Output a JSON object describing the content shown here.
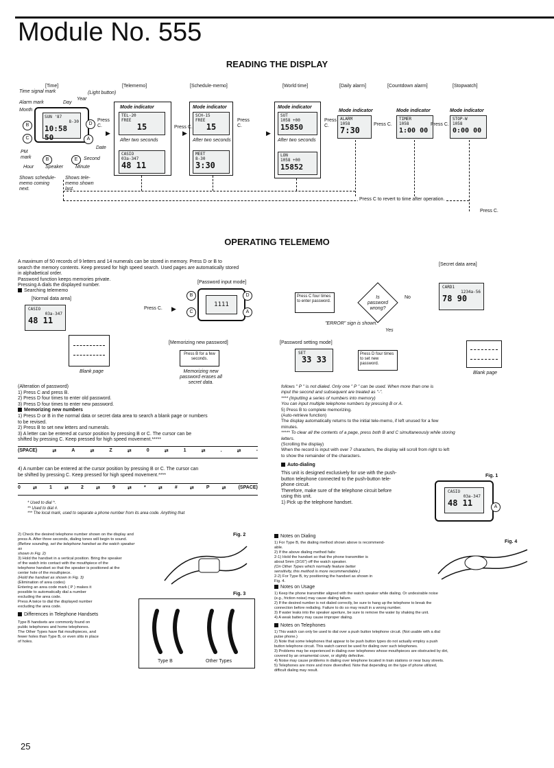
{
  "header": {
    "title": "Module No. 555",
    "page_number": "25"
  },
  "reading_display": {
    "heading": "READING THE DISPLAY",
    "mode_labels": [
      "[Time]",
      "[Telememo]",
      "[Schedule-memo]",
      "[World time]",
      "[Daily alarm]",
      "[Countdown alarm]",
      "[Stopwatch]"
    ],
    "parts": {
      "time_signal_mark": "Time signal mark",
      "light_button": "(Light button)",
      "alarm_mark": "Alarm mark",
      "day": "Day",
      "year": "Year",
      "month": "Month",
      "date": "Date",
      "pm_mark": "PM mark",
      "second": "Second",
      "hour": "Hour",
      "speaker": "Speaker",
      "minute": "Minute",
      "shows_schedule": "Shows schedule-memo coming next.",
      "shows_telememo": "Shows tele-memo shown last."
    },
    "time_lcd": {
      "top": "SUN '87",
      "mid": "8-30",
      "big": "10:58 50"
    },
    "mode_indicator": "Mode indicator",
    "after_two_seconds": "After two seconds",
    "press_c": "Press C.",
    "telememo_lcd": {
      "a1": "TEL-20",
      "a2": "FREE",
      "a3": "15",
      "b1": "CASIO",
      "b2": "03a-347",
      "b3": "48 11"
    },
    "schedule_lcd": {
      "a1": "SCH-15",
      "a2": "FREE",
      "a3": "15",
      "b1": "MEET",
      "b2": "8-30",
      "b3": "3:30"
    },
    "world_lcd": {
      "a1": "SUT",
      "a2": "1058 +00",
      "a3": "15850",
      "b1": "LON",
      "b2": "1058 +00",
      "b3": "15852"
    },
    "alarm_lcd": {
      "a1": "ALARM",
      "a2": "1058",
      "a3": "7:30"
    },
    "timer_lcd": {
      "a1": "TIMER",
      "a2": "1058",
      "a3": "1:00 00"
    },
    "stopwatch_lcd": {
      "a1": "STOP-W",
      "a2": "1058",
      "a3": "0:00 00"
    },
    "revert_note": "Press C to revert to time after operation.",
    "press_c_bottom": "Press C."
  },
  "operating": {
    "heading": "OPERATING TELEMEMO",
    "intro": [
      "A maximum of 50 records of 9 letters and 14 numerals can be stored in memory. Press D or B to",
      "search the memory contents. Keep pressed for high speed search. Used pages are automatically stored",
      "in alphabetical order.",
      "Password function keeps memories private.",
      "Pressing A dials the displayed number."
    ],
    "searching": "Searching telememo",
    "normal_area": "[Normal data area]",
    "secret_area": "[Secret data area]",
    "password_input": "[Password input mode]",
    "memorizing_pw": "[Memorizing new password]",
    "password_setting": "[Password setting mode]",
    "press_c": "Press C.",
    "press_c_four": "Press C four times to enter password.",
    "is_pw_wrong": "Is password wrong?",
    "no": "No",
    "yes": "Yes",
    "error_note": "\"ERROR\" sign is shown.",
    "press_b_few": "Press B for a few seconds.",
    "memorizing_note": "Memorizing new password erases all secret data.",
    "press_d_four": "Press D four times to set new password.",
    "set_lcd": {
      "a": "SET",
      "b": "33 33"
    },
    "blank_page": "Blank page",
    "normal_lcd": {
      "a": "CASIO",
      "b": "03a-347",
      "c": "48 11"
    },
    "secret_lcd": {
      "a": "CARD1",
      "b": "1234a-56",
      "c": "78 90"
    },
    "pw_lcd": "1111",
    "left_col": [
      "(Alteration of password)",
      "1) Press C and press B.",
      "2) Press D four times to enter old password.",
      "3) Press D four times to enter new password.",
      "Memorizing new numbers",
      "1) Press D or B in the normal data or secret data area to search a blank page or numbers",
      "   to be revised.",
      "2) Press B to set new letters and numerals.",
      "3) A letter can be entered at cursor position by pressing B or C. The cursor can be",
      "   shifted by pressing C. Keep pressed for high speed movement.*****"
    ],
    "strip1": [
      "(SPACE)",
      "A",
      "Z",
      "0",
      "1",
      ".",
      "-"
    ],
    "left_col2": [
      "4) A number can be entered at the cursor position by pressing B or C. The cursor can",
      "   be shifted by pressing C. Keep pressed for high speed movement.****"
    ],
    "strip2": [
      "0",
      "1",
      "2",
      "9",
      "*",
      "#",
      "P",
      "(SPACE)"
    ],
    "footnotes": [
      "* Used to dial *.",
      "** Used to dial #.",
      "*** The local mark, used to separate a phone number from its area code. Anything that"
    ],
    "right_col": [
      "follows \" P \" is not dialed. Only one \" P \" can be used. When more than one is",
      "input the second and subsequent are treated as \"-\".",
      "**** (Inputting a series of numbers into memory)",
      "You can input multiple telephone numbers by pressing B or A.",
      "5) Press B to complete memorizing.",
      "(Auto-retrieve function)",
      "The display automatically returns to the initial tele-memo, if left unused for a few",
      "minutes.",
      "***** To clear all the contents of a page, press both B and C simultaneously while storing",
      "letters.",
      "(Scrolling the display)",
      "When the record is input with over 7 characters, the display will scroll from right to left",
      "to show the remainder of the characters."
    ],
    "auto_dialing": "Auto-dialing",
    "auto_text": [
      "This unit is designed exclusively for use with the push-",
      "button telephone connected to the push-button tele-",
      "phone circuit.",
      "Therefore, make sure of the telephone circuit before",
      "using this unit.",
      "1) Pick up the telephone handset."
    ],
    "fig1": "Fig. 1"
  },
  "bottom": {
    "left": [
      "2) Check the desired telephone number shown on the display and",
      "   press A. After three seconds, dialing tones will begin to sound.",
      "   (Before sounding, set the telephone handset as the watch speaker as",
      "   shown in Fig. 2)",
      "3) Hold the handset in a vertical position. Bring the speaker",
      "   of the watch into contact with the mouthpiece of the",
      "   telephone handset so that the speaker is positioned at the",
      "   center hole of the mouthpiece.",
      "   (Hold the handset as shown in Fig. 3)",
      "(Elimination of area codes)",
      "Entering an area code mark ( P ) makes it",
      "possible to automatically dial a number",
      "excluding the area code.",
      "Press A twice to dial the displayed number",
      "excluding the area code."
    ],
    "differences": "Differences in Telephone Handsets",
    "diff_text": [
      "Type B handsets are commonly found on",
      "public telephones and home telephones.",
      "The Other Types have flat mouthpieces, and",
      "fewer holes than Type B, or even slits in place",
      "of holes."
    ],
    "fig2": "Fig. 2",
    "fig3": "Fig. 3",
    "type_b": "Type B",
    "other_types": "Other Types",
    "notes_dialing": "Notes on Dialing",
    "dialing_text": [
      "1) For Type B, the dialing method shown above is recommend-",
      "   able.",
      "2) If the above dialing method fails:",
      "   2-1) Hold the handset so that the phone transmitter is",
      "        about 5mm (3/16\") off the watch speaker.",
      "        (On Other Types which normally feature better",
      "        sensitivity, this method is more recommendable.)",
      "   2-2) For Type B, try positioning the handset as shown in",
      "        Fig. 4."
    ],
    "fig4": "Fig. 4",
    "notes_usage": "Notes on Usage",
    "usage_text": [
      "1) Keep the phone transmitter aligned with the watch speaker while dialing. Or undesirable noise",
      "   (e.g., friction noise) may cause dialing failure.",
      "2) If the desired number is not dialed correctly, be sure to hang up the telephone to break the",
      "   connection before redialing. Failure to do so may result in a wrong number.",
      "3) If water leaks into the speaker aperture, be sure to remove the water by shaking the unit.",
      "4) A weak battery may cause improper dialing."
    ],
    "notes_telephones": "Notes on Telephones",
    "tel_text": [
      "1) This watch can only be used to dial over a push button telephone circuit. (Not usable with a dial",
      "   pulse phone.)",
      "2) Note that some telephones that appear to be push button types do not actually employ a push",
      "   button telephone circuit. This watch cannot be used for dialing over such telephones.",
      "3) Problems may be experienced in dialing over telephones whose mouthpieces are obstructed by dirt,",
      "   covered by an ornamental cover, or slightly defective.",
      "4) Noise may cause problems in dialing over telephone located in train stations or near busy streets.",
      "5) Telephones are more and more diversified. Note that depending on the type of phone utilized,",
      "   difficult dialing may result."
    ]
  }
}
